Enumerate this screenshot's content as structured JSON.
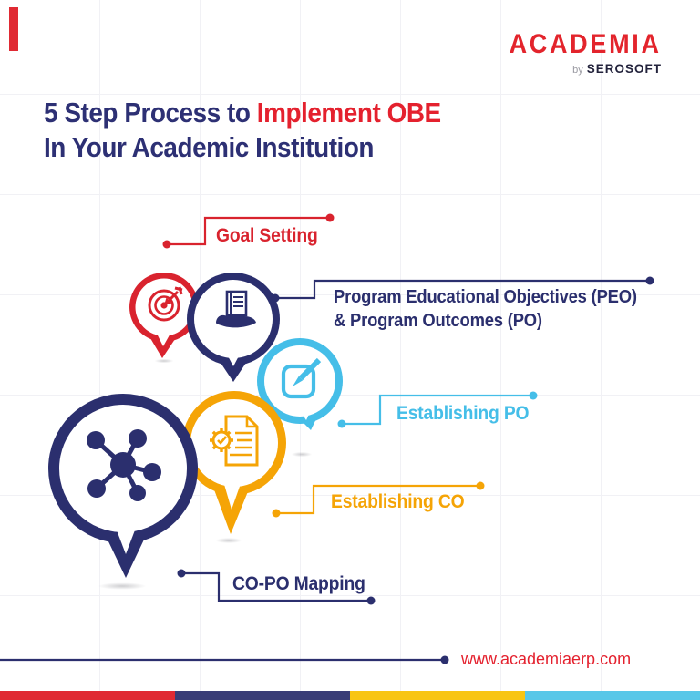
{
  "brand": {
    "name": "ACADEMIA",
    "by": "by",
    "company": "SEROSOFT"
  },
  "title": {
    "lead": "5 Step Process to ",
    "highlight": "Implement OBE",
    "line2": "In Your Academic Institution"
  },
  "steps": [
    {
      "label": "Goal Setting",
      "color": "#D9232E",
      "icon": "target-dart-icon"
    },
    {
      "label_line1": "Program Educational Objectives (PEO)",
      "label_line2": "& Program Outcomes (PO)",
      "color": "#2B2F6E",
      "icon": "book-on-hand-icon"
    },
    {
      "label": "Establishing PO",
      "color": "#45BEE8",
      "icon": "edit-pencil-icon"
    },
    {
      "label": "Establishing CO",
      "color": "#F5A406",
      "icon": "document-gear-icon"
    },
    {
      "label": "CO-PO Mapping",
      "color": "#2B2F6E",
      "icon": "network-nodes-icon"
    }
  ],
  "footer": {
    "url": "www.academiaerp.com",
    "bar_colors": [
      "#E02A33",
      "#393D77",
      "#F8C513",
      "#58C7E8"
    ]
  },
  "colors": {
    "navy": "#2B2F6E",
    "red": "#E02A33",
    "light_blue": "#45BEE8",
    "orange": "#F5A406",
    "title_navy": "#2D3074",
    "grid": "#F1F1F5"
  }
}
